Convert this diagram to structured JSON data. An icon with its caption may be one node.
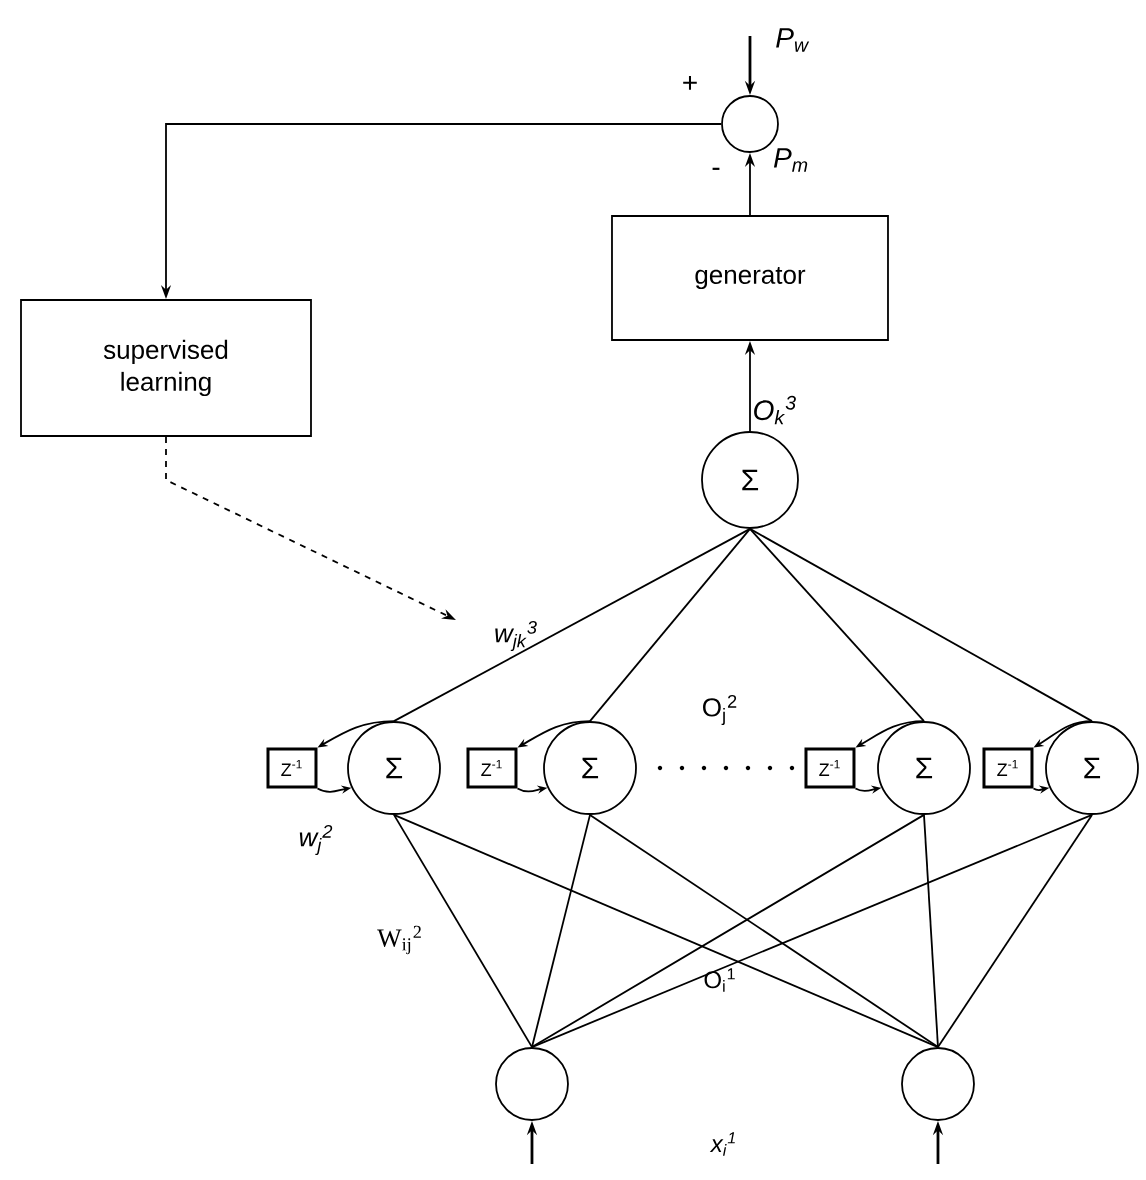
{
  "diagram": {
    "nodes": [
      {
        "text": [],
        "shape": "circle"
      },
      {
        "text": [
          "supervised learning"
        ]
      },
      {
        "text": [
          "generator"
        ]
      },
      {
        "text": [
          "Σ"
        ]
      },
      {
        "text": [
          "Σ"
        ]
      },
      {
        "text": [
          "Σ"
        ]
      },
      {
        "text": [
          "Σ"
        ]
      },
      {
        "text": [
          "Σ"
        ]
      },
      {
        "text": [
          "Z$^{-1}$"
        ]
      },
      {
        "text": [
          "Z$^{-1}$"
        ]
      },
      {
        "text": [
          "Z$^{-1}$"
        ]
      },
      {
        "text": [
          "Z$^{-1}$"
        ]
      },
      {
        "text": [],
        "shape": "circle"
      },
      {
        "text": [],
        "shape": "circle"
      }
    ],
    "edges": [
      {
        "from": null,
        "to": 0,
        "arrow": "to",
        "label": "P$_{w}$"
      },
      {
        "from": 0,
        "to": 1,
        "arrow": "to"
      },
      {
        "from": 2,
        "to": 0,
        "arrow": "to",
        "label": "P$_{m}$"
      },
      {
        "from": 3,
        "to": 2,
        "arrow": "to",
        "label": "O$_{k}$$^{3}$"
      },
      {
        "from": 1,
        "to": null,
        "arrow": "to",
        "style": "dashed"
      },
      {
        "from": 3,
        "to": 4,
        "arrow": "none"
      },
      {
        "from": 3,
        "to": 5,
        "arrow": "none"
      },
      {
        "from": 3,
        "to": 6,
        "arrow": "none"
      },
      {
        "from": 3,
        "to": 7,
        "arrow": "none"
      },
      {
        "from": 4,
        "to": 8,
        "arrow": "to"
      },
      {
        "from": 8,
        "to": 4,
        "arrow": "to"
      },
      {
        "from": 5,
        "to": 9,
        "arrow": "to"
      },
      {
        "from": 9,
        "to": 5,
        "arrow": "to"
      },
      {
        "from": 6,
        "to": 10,
        "arrow": "to"
      },
      {
        "from": 10,
        "to": 6,
        "arrow": "to"
      },
      {
        "from": 7,
        "to": 11,
        "arrow": "to"
      },
      {
        "from": 11,
        "to": 7,
        "arrow": "to"
      },
      {
        "from": 12,
        "to": 4,
        "arrow": "none"
      },
      {
        "from": 12,
        "to": 5,
        "arrow": "none"
      },
      {
        "from": 12,
        "to": 6,
        "arrow": "none"
      },
      {
        "from": 12,
        "to": 7,
        "arrow": "none"
      },
      {
        "from": 13,
        "to": 4,
        "arrow": "none"
      },
      {
        "from": 13,
        "to": 5,
        "arrow": "none"
      },
      {
        "from": 13,
        "to": 6,
        "arrow": "none"
      },
      {
        "from": 13,
        "to": 7,
        "arrow": "none"
      },
      {
        "from": null,
        "to": 12,
        "arrow": "to"
      },
      {
        "from": null,
        "to": 13,
        "arrow": "to"
      }
    ],
    "labels": [
      "+",
      "-",
      "w$_{jk}$$^{3}$",
      "O$_{j}$$^{2}$",
      "w$_{j}$$^{2}$",
      "W$_{ij}$$^{2}$",
      "O$_{i}$$^{1}$",
      "x$_{i}$$^{1}$"
    ]
  }
}
